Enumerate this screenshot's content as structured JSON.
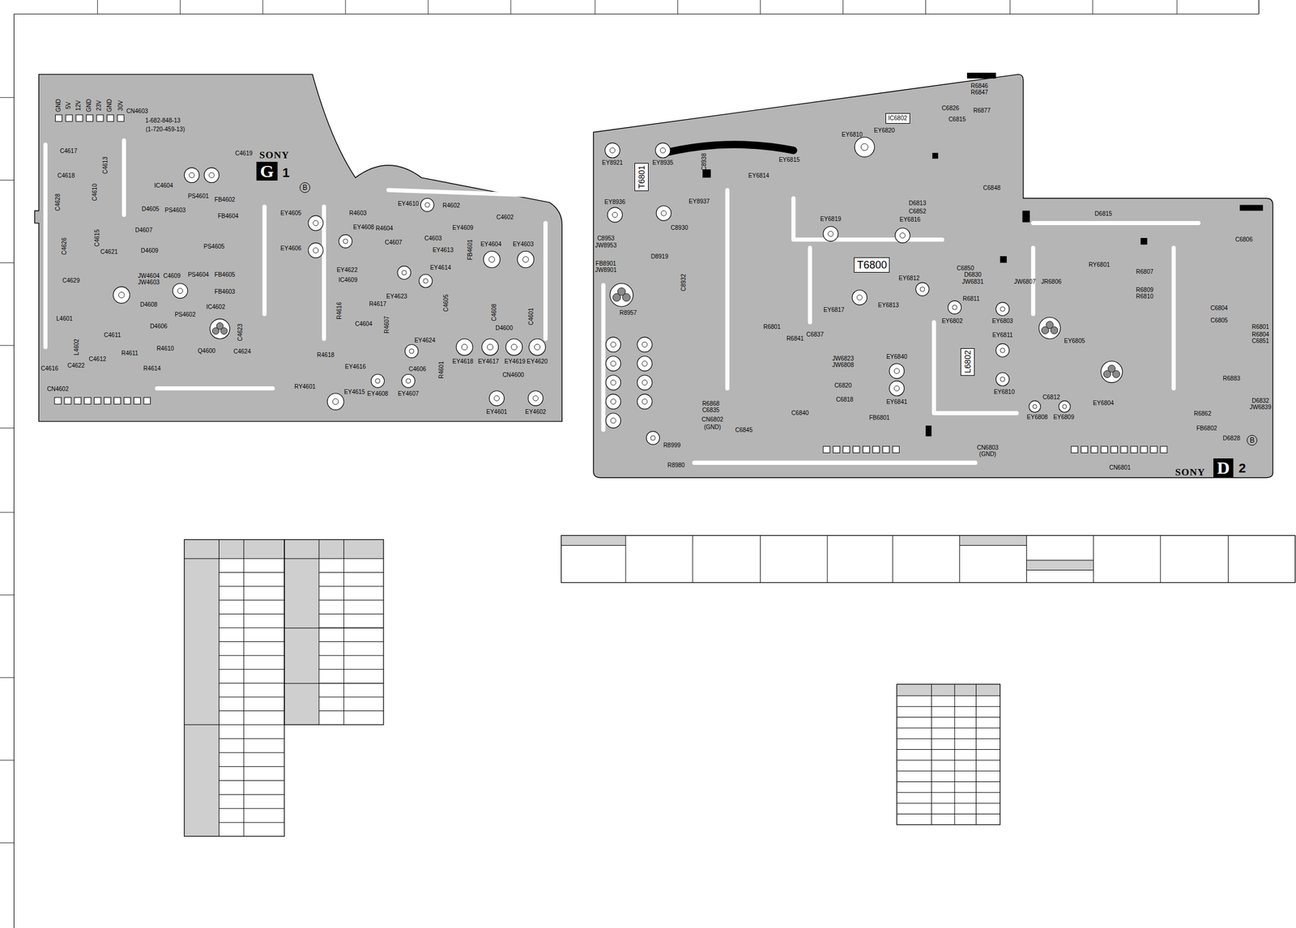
{
  "diagram": {
    "nodes": [
      {
        "text": [
          "T6801"
        ]
      },
      {
        "text": [
          "T6800"
        ]
      },
      {
        "text": [
          "L6802"
        ]
      },
      {
        "text": [
          "IC6802"
        ]
      }
    ],
    "labels": [
      "GND",
      "5V",
      "12V",
      "GND",
      "23V",
      "GND",
      "30V",
      "CN4603",
      "1-682-848-13",
      "(1-720-459-13)",
      "C4617",
      "C4613",
      "C4618",
      "C4610",
      "C4628",
      "C4619",
      "IC4604",
      "PS4601",
      "FB4602",
      "D4605",
      "PS4603",
      "FB4604",
      "D4607",
      "C4615",
      "C4626",
      "PS4605",
      "D4609",
      "C4621",
      "JW4604",
      "JW4603",
      "C4609",
      "PS4604",
      "FB4605",
      "C4629",
      "FB4603",
      "D4608",
      "IC4602",
      "PS4602",
      "L4601",
      "D4606",
      "C4623",
      "C4611",
      "R4610",
      "R4611",
      "C4624",
      "Q4600",
      "L4602",
      "C4612",
      "C4622",
      "R4614",
      "C4616",
      "CN4602",
      "EY4605",
      "EY4606",
      "EY4610",
      "R4602",
      "C4602",
      "R4603",
      "EY4608",
      "R4604",
      "EY4609",
      "C4603",
      "C4607",
      "EY4613",
      "FB4601",
      "EY4604",
      "EY4603",
      "EY4622",
      "EY4614",
      "IC4609",
      "EY4623",
      "R4617",
      "C4605",
      "C4608",
      "C4601",
      "R4616",
      "C4604",
      "D4600",
      "R4607",
      "EY4624",
      "R4618",
      "EY4616",
      "C4606",
      "R4601",
      "EY4618",
      "EY4617",
      "EY4619",
      "EY4620",
      "CN4600",
      "RY4601",
      "EY4615",
      "EY4608",
      "EY4607",
      "EY4601",
      "EY4602",
      "SONY",
      "G",
      "1",
      "B",
      "EY8921",
      "EY8935",
      "C8938",
      "EY8936",
      "EY8937",
      "C8930",
      "C8953",
      "JW8953",
      "D8919",
      "FB8901",
      "JW8901",
      "C8932",
      "R8957",
      "EY6815",
      "EY6814",
      "EY6810",
      "EY6820",
      "EY6819",
      "EY6816",
      "EY6812",
      "EY6817",
      "EY6813",
      "R6811",
      "EY6802",
      "EY6803",
      "EY6811",
      "EY6840",
      "EY6841",
      "EY6810",
      "C6812",
      "EY6808",
      "EY6809",
      "EY6805",
      "EY6804",
      "FB6801",
      "C6818",
      "C6820",
      "JW6823",
      "JW6808",
      "C6837",
      "R6801",
      "R6841",
      "CN6802",
      "(GND)",
      "CN6803",
      "(GND)",
      "CN6801",
      "R8999",
      "R8980",
      "C6826",
      "R6846",
      "R6847",
      "C6815",
      "R6877",
      "C6848",
      "D6813",
      "C6852",
      "RY6801",
      "R6807",
      "R6809",
      "R6810",
      "C6804",
      "C6805",
      "R6801",
      "R6804",
      "C6851",
      "R6883",
      "D6832",
      "JW6839",
      "R6862",
      "FB6802",
      "D6828",
      "C6806",
      "D6815",
      "C6850",
      "D6830",
      "JW6831",
      "JW6807",
      "JR6806",
      "C6840",
      "C6845",
      "R6868",
      "C6835",
      "SONY",
      "D",
      "2",
      "B"
    ]
  }
}
